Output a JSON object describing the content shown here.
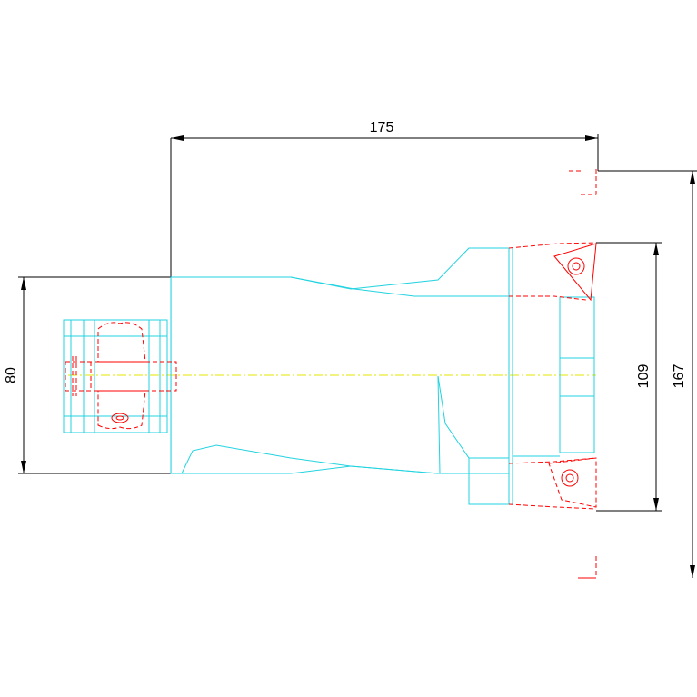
{
  "dimensions": {
    "length": "175",
    "shank_diameter": "80",
    "insert_span_inner": "109",
    "insert_span_outer": "167"
  },
  "colors": {
    "body_outline": "#22d3e0",
    "hidden_lines": "#ff0000",
    "center_axis": "#e6e600",
    "dimension_lines": "#000000",
    "background": "#ffffff"
  }
}
